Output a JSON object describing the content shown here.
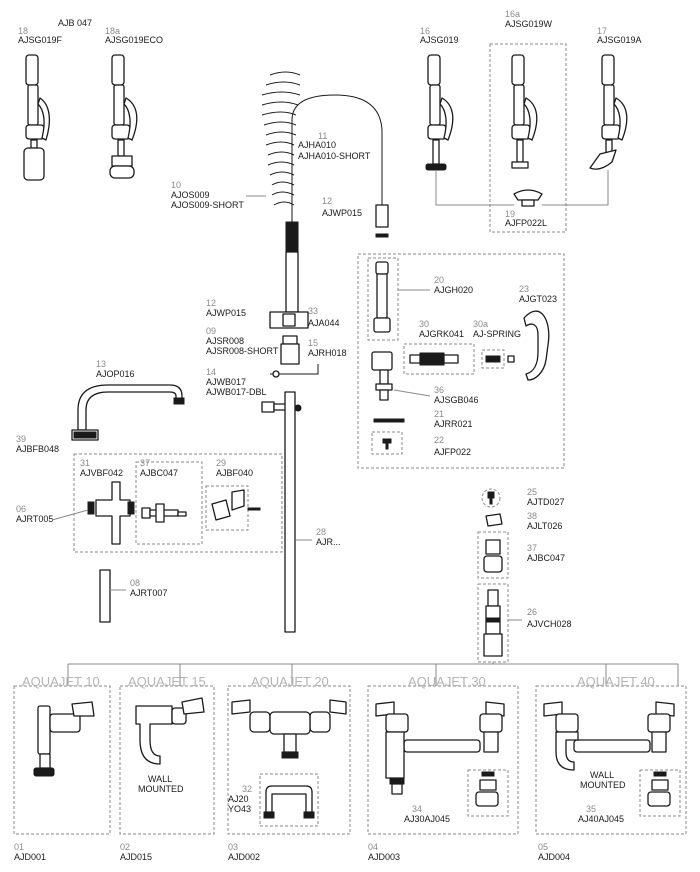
{
  "header": {
    "top_code": "AJB  047"
  },
  "parts": [
    {
      "id": "p18",
      "num": "18",
      "code": "AJSG019F"
    },
    {
      "id": "p18a",
      "num": "18a",
      "code": "AJSG019ECO"
    },
    {
      "id": "p16",
      "num": "16",
      "code": "AJSG019"
    },
    {
      "id": "p16a",
      "num": "16a",
      "code": "AJSG019W"
    },
    {
      "id": "p17",
      "num": "17",
      "code": "AJSG019A"
    },
    {
      "id": "p11",
      "num": "11",
      "code": "AJHA010",
      "code2": "AJHA010-SHORT"
    },
    {
      "id": "p10",
      "num": "10",
      "code": "AJOS009",
      "code2": "AJOS009-SHORT"
    },
    {
      "id": "p12a",
      "num": "12",
      "code": "AJWP015"
    },
    {
      "id": "p19",
      "num": "19",
      "code": "AJFP022L"
    },
    {
      "id": "p20",
      "num": "20",
      "code": "AJGH020"
    },
    {
      "id": "p23",
      "num": "23",
      "code": "AJGT023"
    },
    {
      "id": "p30",
      "num": "30",
      "code": "AJGRK041"
    },
    {
      "id": "p30a",
      "num": "30a",
      "code": "AJ-SPRING"
    },
    {
      "id": "p36",
      "num": "36",
      "code": "AJSGB046"
    },
    {
      "id": "p21",
      "num": "21",
      "code": "AJRR021"
    },
    {
      "id": "p22",
      "num": "22",
      "code": "AJFP022"
    },
    {
      "id": "p12b",
      "num": "12",
      "code": "AJWP015"
    },
    {
      "id": "p33",
      "num": "33",
      "code": "AJA044"
    },
    {
      "id": "p09",
      "num": "09",
      "code": "AJSR008",
      "code2": "AJSR008-SHORT"
    },
    {
      "id": "p15",
      "num": "15",
      "code": "AJRH018"
    },
    {
      "id": "p14",
      "num": "14",
      "code": "AJWB017",
      "code2": "AJWB017-DBL"
    },
    {
      "id": "p28",
      "num": "28",
      "code": "AJR..."
    },
    {
      "id": "p13",
      "num": "13",
      "code": "AJOP016"
    },
    {
      "id": "p39",
      "num": "39",
      "code": "AJBFB048"
    },
    {
      "id": "p31",
      "num": "31",
      "code": "AJVBF042"
    },
    {
      "id": "p37a",
      "num": "37",
      "code": "AJBC047"
    },
    {
      "id": "p29",
      "num": "29",
      "code": "AJBF040"
    },
    {
      "id": "p06",
      "num": "06",
      "code": "AJRT005"
    },
    {
      "id": "p08",
      "num": "08",
      "code": "AJRT007"
    },
    {
      "id": "p25",
      "num": "25",
      "code": "AJTD027"
    },
    {
      "id": "p38",
      "num": "38",
      "code": "AJLT026"
    },
    {
      "id": "p37b",
      "num": "37",
      "code": "AJBC047"
    },
    {
      "id": "p26",
      "num": "26",
      "code": "AJVCH028"
    },
    {
      "id": "p32",
      "num": "32",
      "code": "AJ20",
      "code2": "YO43"
    },
    {
      "id": "p34",
      "num": "34",
      "code": "AJ30AJ045"
    },
    {
      "id": "p35",
      "num": "35",
      "code": "AJ40AJ045"
    }
  ],
  "series": [
    {
      "title": "AQUAJET 10",
      "num": "01",
      "code": "AJD001",
      "note": ""
    },
    {
      "title": "AQUAJET 15",
      "num": "02",
      "code": "AJD015",
      "note": "WALL",
      "note2": "MOUNTED"
    },
    {
      "title": "AQUAJET 20",
      "num": "03",
      "code": "AJD002",
      "note": ""
    },
    {
      "title": "AQUAJET 30",
      "num": "04",
      "code": "AJD003",
      "note": ""
    },
    {
      "title": "AQUAJET 40",
      "num": "05",
      "code": "AJD004",
      "note": "WALL",
      "note2": "MOUNTED"
    }
  ]
}
